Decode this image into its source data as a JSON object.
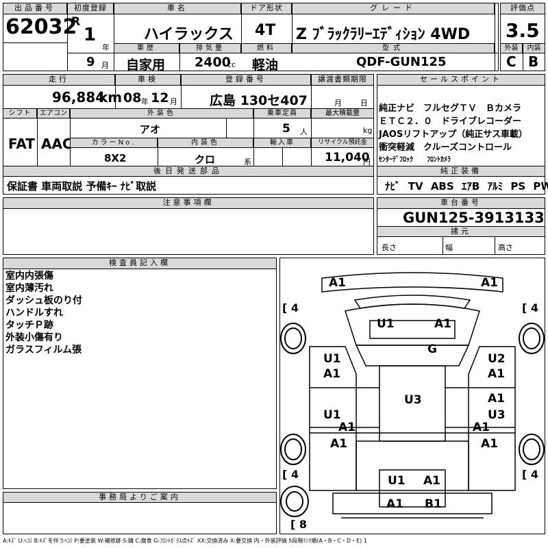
{
  "labels": {
    "lot_no": "出品番号",
    "first_reg": "初度登録",
    "car_name": "車名",
    "door": "ドア形状",
    "grade": "グレード",
    "score": "評価点",
    "history": "車歴",
    "displacement": "排気量",
    "fuel": "燃料",
    "model_code": "型式",
    "exterior": "外装",
    "interior": "内装",
    "mileage": "走行",
    "inspection": "車検",
    "reg_no": "登録番号",
    "transfer_docs": "譲渡書類期限",
    "shift": "シフト",
    "aircon": "エアコン",
    "ext_color": "外装色",
    "capacity": "乗車定員",
    "max_load": "最大積載量",
    "color_no": "カラーNo.",
    "int_color": "内装色",
    "import": "輸入車",
    "recycle": "リサイクル預託金",
    "parts": "後日発送部品",
    "sales_points": "セールスポイント",
    "genuine": "純正装備",
    "notes": "注意事項欄",
    "chassis_no": "車台番号",
    "specs": "諸元",
    "length": "長さ",
    "width": "幅",
    "height": "高さ",
    "inspector": "検査員記入欄",
    "office": "事務局よりご案内"
  },
  "units": {
    "month": "月",
    "year": "年",
    "km": "km",
    "cc": "cc",
    "person": "人",
    "kg": "kg",
    "yen": "円",
    "series": "系",
    "reiwa": "R"
  },
  "vehicle": {
    "lot_no": "62032",
    "year": "1",
    "month": "9",
    "name": "ハイラックス",
    "door": "4T",
    "grade": "Z ﾌﾞﾗｯｸﾗﾘｰｴﾃﾞｨｼｮﾝ 4WD",
    "score": "3.5",
    "history": "自家用",
    "displacement": "2400",
    "fuel": "軽油",
    "model_code": "QDF-GUN125",
    "exterior_grade": "C",
    "interior_grade": "B",
    "mileage": "96,884",
    "insp_year": "08",
    "insp_month": "12",
    "reg_no": "広島 130セ407",
    "shift": "FAT",
    "aircon": "AAC",
    "ext_color": "アオ",
    "capacity": "5",
    "color_no": "8X2",
    "int_color": "クロ",
    "recycle": "11,040",
    "parts": "保証書 車両取説 予備ｷｰ ﾅﾋﾞ取説",
    "chassis_no": "GUN125-3913133"
  },
  "sales_points": [
    "純正ナビ　フルセグＴＶ　Ｂカメラ",
    "ＥＴＣ２．０　ドライブレコーダー",
    "JAOSリフトアップ（純正サス車載）",
    "衝突軽減　クルーズコントロール",
    "ｾﾝﾀｰﾃﾞﾌﾛｯｸ　　ﾌﾛﾝﾄｶﾒﾗ"
  ],
  "genuine_equipment": [
    "ﾅﾋﾞ",
    "TV",
    "ABS",
    "ｴｱB",
    "ｱﾙﾐ",
    "PS",
    "PW"
  ],
  "inspector_notes": [
    "室内内張傷",
    "室内薄汚れ",
    "ダッシュ板のり付",
    "ハンドルすれ",
    "タッチＰ跡",
    "外装小傷有り",
    "ガラスフィルム張"
  ],
  "damage": {
    "front_left": "A1",
    "front_right": "A1",
    "hood_u": "U1",
    "hood_a": "A1",
    "windshield": "G",
    "ff_left_u": "U1",
    "ff_left_a": "A1",
    "ff_right_u": "U2",
    "ff_right_a": "A1",
    "roof": "U3",
    "rd_right_a": "A1",
    "rd_left_u": "U1",
    "rd_right_u": "U3",
    "step_left": "A1",
    "step_right": "A1",
    "rf_left": "A1",
    "rf_right": "A1",
    "bed_u": "U1",
    "bed_a": "A1",
    "rear_a": "A1",
    "rear_b": "B1",
    "tire_fl": "4",
    "tire_fr": "4",
    "tire_rl": "4",
    "tire_rr": "4",
    "tire_spare": "8"
  },
  "legend": "A:ｷｽﾞ U:ﾍｺﾐ B:ｷｽﾞを伴うﾍｺﾐ P:要塗装 W:補修跡 S:錆 C:腐食 G:ﾌﾛﾝﾄｶﾞﾗｽ点ｷｽﾞ XX:交換済み X:要交換 内・外装評価 5段階ﾗﾝｸ順(A・B・C・D・E) 1"
}
